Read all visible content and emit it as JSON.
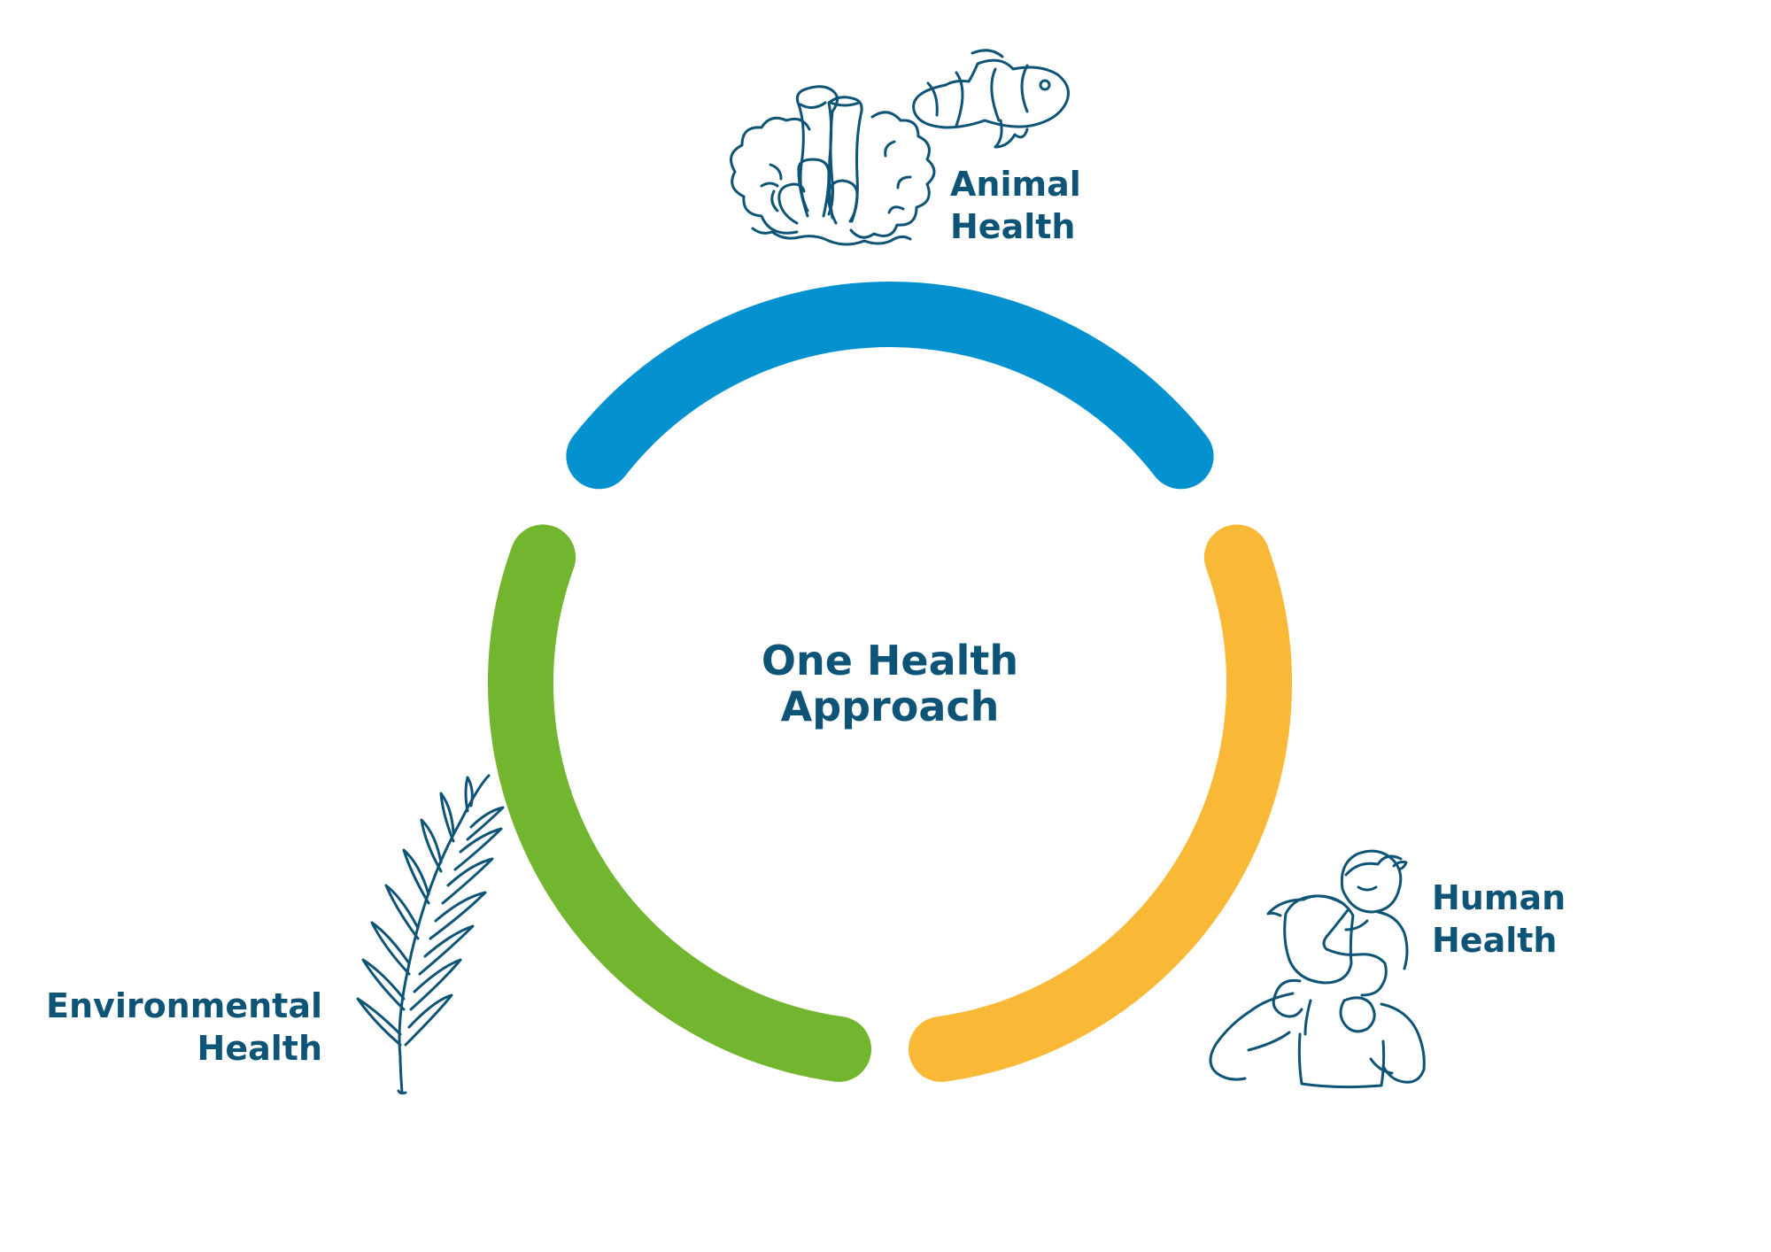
{
  "center": {
    "line1": "One Health",
    "line2": "Approach"
  },
  "segments": [
    {
      "id": "animal",
      "line1": "Animal",
      "line2": "Health",
      "color": "#0392cf",
      "icon": "coral-and-clownfish-icon"
    },
    {
      "id": "human",
      "line1": "Human",
      "line2": "Health",
      "color": "#f9b937",
      "icon": "parent-carrying-child-icon"
    },
    {
      "id": "environmental",
      "line1": "Environmental",
      "line2": "Health",
      "color": "#72b62f",
      "icon": "fern-leaf-icon"
    }
  ],
  "colors": {
    "text": "#0e5477",
    "icon_stroke": "#0e5477",
    "background": "#ffffff"
  }
}
